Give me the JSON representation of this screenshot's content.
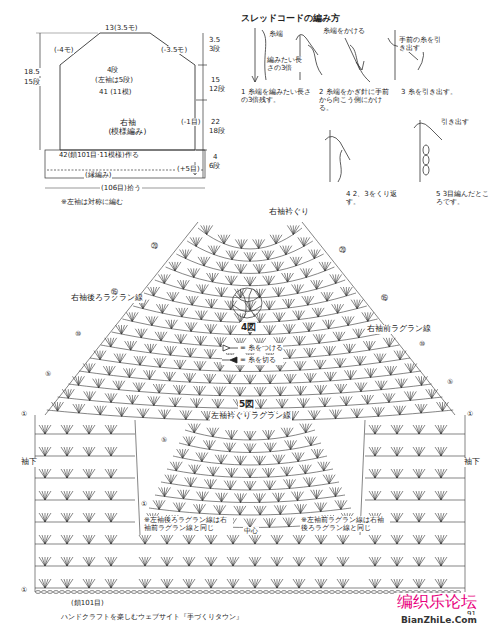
{
  "diagram": {
    "nodes": [
      {
        "text": [
          "右袖",
          "(模様編み)"
        ]
      }
    ],
    "labels": [
      "13(3.5モ)",
      "(-4モ)",
      "(-3.5モ)",
      "18.5",
      "15段",
      "4段",
      "(左袖は5段)",
      "41 (11模)",
      "(-1目)",
      "3.5",
      "3段",
      "15",
      "12段",
      "22",
      "18段",
      "4",
      "6段",
      "42(鎖101目·11模様)作る",
      "(縁編み)",
      "(+5目)",
      "(106目)拾う",
      "※左袖は対称に編む",
      "スレッドコードの編み方",
      "糸端",
      "編みたい長さの3倍",
      "糸端をかける",
      "手前の糸を引き出す",
      "引き出す",
      "1 糸端を編みたい長さの3倍残す。",
      "2 糸端をかぎ針に手前から向こう側にかける。",
      "3 糸を引き出す。",
      "4 2、3をくり返す。",
      "5 3目編んだところです。",
      "右袖衿ぐり",
      "右袖後ろラグラン線",
      "右袖前ラグラン線",
      "4図",
      "5図",
      "左袖衿ぐりラグラン線",
      "中心",
      "袖下",
      "袖下",
      "※左袖後ろラグラン線は右袖前ラグラン線と同じ",
      "※左袖前ラグラン線は右袖後ろラグラン線と同じ",
      "(鎖101目)",
      "ハンドクラフトを楽しむウェブサイト『手づくりタウン』",
      "91",
      "编织乐论坛",
      "BianZhiLe.Com",
      "⑳",
      "⑮",
      "⑩",
      "⑤",
      "①",
      "⑳",
      "⑮",
      "⑩",
      "⑤",
      "①",
      "⑤",
      "①",
      "①"
    ],
    "legend": [
      {
        "text": "= 糸をつける"
      },
      {
        "text": "= 糸を切る"
      }
    ]
  }
}
